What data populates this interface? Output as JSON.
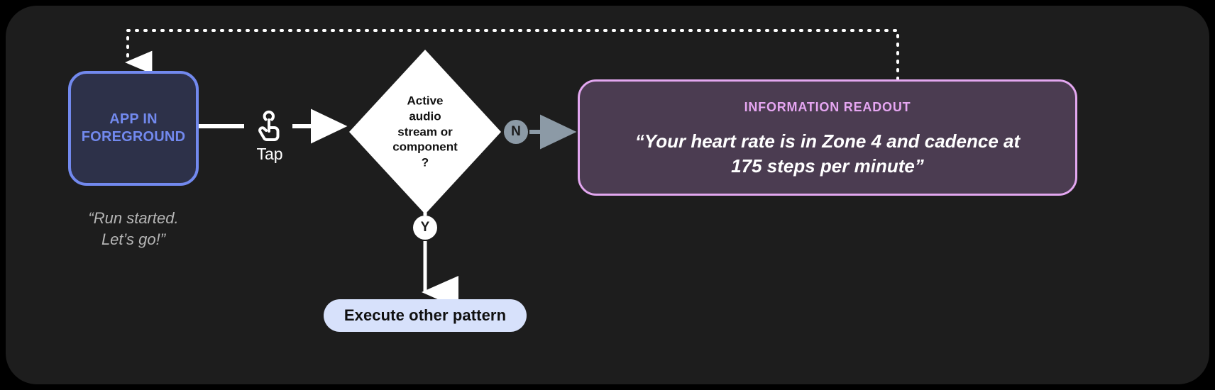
{
  "diagram": {
    "title": "Tap interaction decision flow",
    "background_color": "#1d1d1d"
  },
  "nodes": {
    "app": {
      "label": "APP IN\nFOREGROUND",
      "caption": "“Run started.\nLet’s go!”",
      "fill_color": "#2d3149",
      "border_color": "#7289ee",
      "text_color": "#7289ee"
    },
    "tap": {
      "label": "Tap",
      "icon": "tap-hand-icon"
    },
    "decision": {
      "text": "Active\naudio\nstream or\ncomponent\n?",
      "fill_color": "#ffffff",
      "text_color": "#101010"
    },
    "execute": {
      "label": "Execute other pattern",
      "fill_color": "#d7e1fb",
      "text_color": "#101010"
    },
    "readout": {
      "title": "INFORMATION READOUT",
      "body": "“Your heart rate is in Zone 4 and cadence at\n175 steps per minute”",
      "fill_color": "#4b3c51",
      "border_color": "#e3a7f0",
      "title_color": "#e6a6f2",
      "body_color": "#ffffff"
    }
  },
  "badges": {
    "no": {
      "label": "N",
      "fill_color": "#8c9aa6",
      "text_color": "#1b1b1b"
    },
    "yes": {
      "label": "Y",
      "fill_color": "#ffffff",
      "text_color": "#1b1b1b"
    }
  },
  "edges": {
    "app_to_tap": {
      "style": "solid",
      "color": "#ffffff"
    },
    "tap_to_decision": {
      "style": "solid",
      "color": "#ffffff"
    },
    "decision_to_readout": {
      "style": "solid",
      "color": "#8c9aa6"
    },
    "decision_to_execute": {
      "style": "solid",
      "color": "#ffffff"
    },
    "readout_back_to_app": {
      "style": "dotted",
      "color": "#ffffff"
    }
  }
}
